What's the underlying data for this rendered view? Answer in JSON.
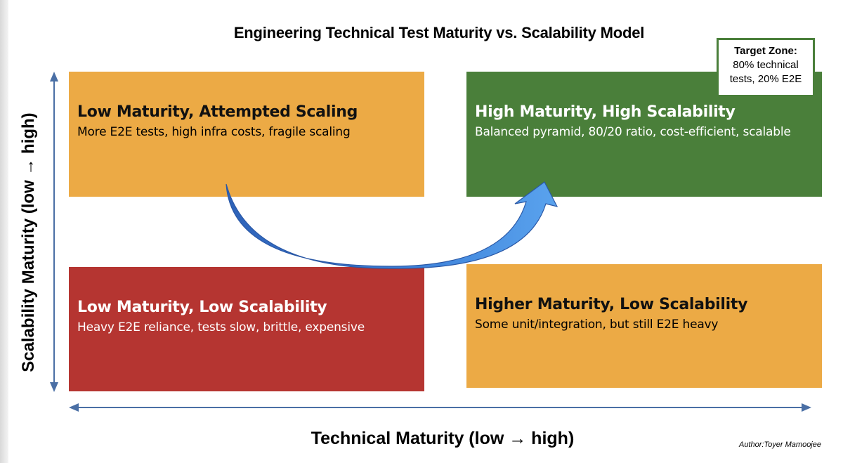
{
  "title": "Engineering Technical Test Maturity vs. Scalability Model",
  "target_zone": {
    "heading": "Target Zone:",
    "body": "80% technical tests, 20% E2E"
  },
  "quadrants": {
    "top_left": {
      "title": "Low Maturity, Attempted Scaling",
      "description": "More E2E tests, high infra costs, fragile scaling",
      "color": "#ecaa45"
    },
    "top_right": {
      "title": "High Maturity, High Scalability",
      "description": "Balanced pyramid, 80/20 ratio, cost-efficient, scalable",
      "color": "#4a7f3a"
    },
    "bottom_left": {
      "title": "Low Maturity, Low Scalability",
      "description": "Heavy E2E reliance, tests slow, brittle, expensive",
      "color": "#b53531"
    },
    "bottom_right": {
      "title": "Higher Maturity, Low Scalability",
      "description": "Some unit/integration, but still E2E heavy",
      "color": "#ecaa45"
    }
  },
  "axes": {
    "y_label": "Scalability Maturity (low → high)",
    "x_label": "Technical Maturity (low → high)",
    "axis_color": "#4a6fa5"
  },
  "transition_arrow_color": "#3d7fd6",
  "author": "Author:Toyer Mamoojee"
}
